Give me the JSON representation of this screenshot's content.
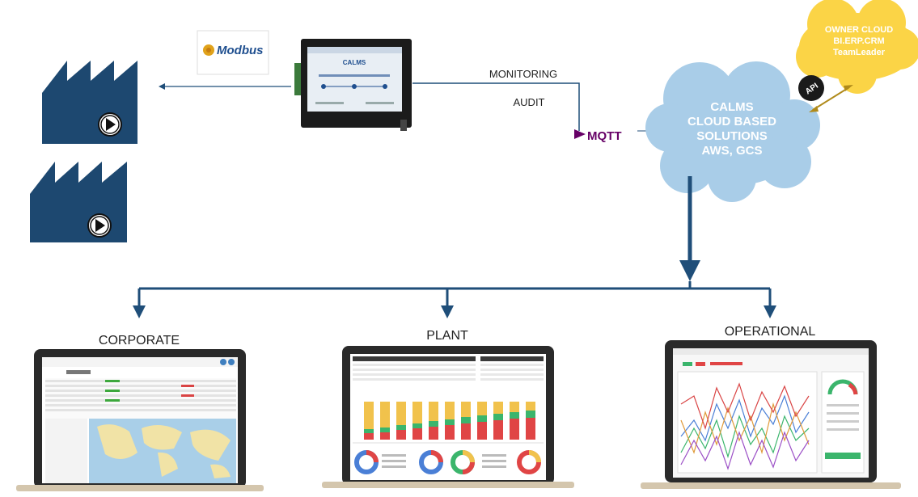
{
  "labels": {
    "monitoring": "MONITORING",
    "audit": "AUDIT",
    "modbus": "Modbus",
    "mqtt": "MQTT",
    "corporate": "CORPORATE",
    "plant": "PLANT",
    "operational": "OPERATIONAL",
    "api": "API"
  },
  "gateway": {
    "brand": "CALMS"
  },
  "main_cloud": {
    "lines": [
      "CALMS",
      "CLOUD BASED",
      "SOLUTIONS",
      "AWS, GCS"
    ]
  },
  "owner_cloud": {
    "lines": [
      "OWNER CLOUD",
      "BI.ERP.CRM",
      "TeamLeader"
    ]
  },
  "colors": {
    "navy": "#1f4e79",
    "factory": "#1d4870",
    "cloud": "#a9cde8",
    "owner_cloud": "#fbd446",
    "laptop_frame": "#2a2a2a",
    "laptop_base": "#d4c6ad"
  }
}
